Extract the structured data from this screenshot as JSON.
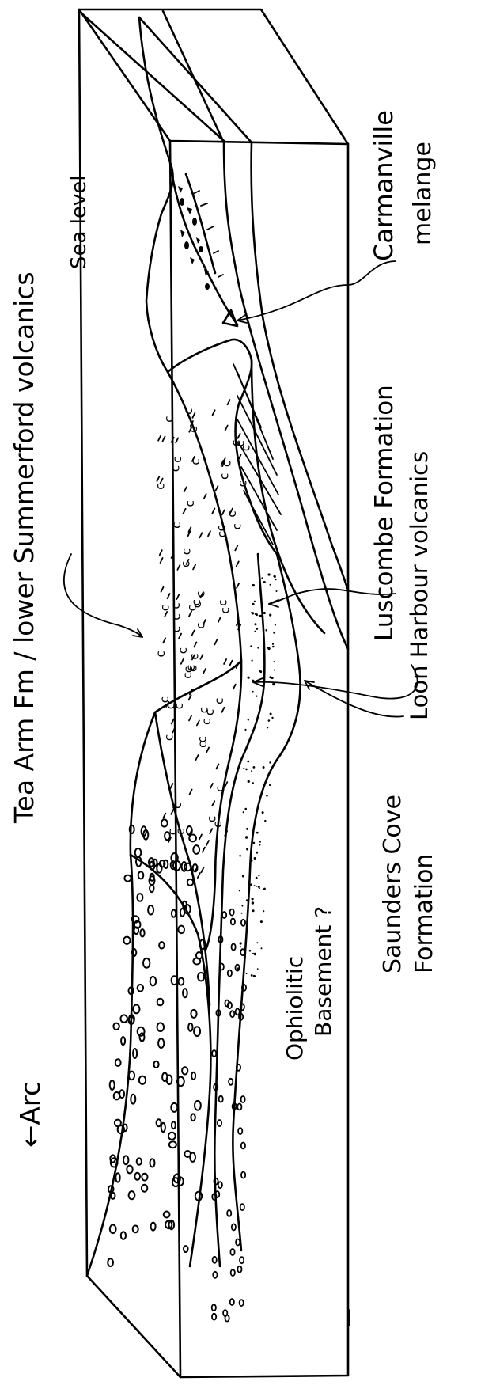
{
  "labels": {
    "arc": "←Arc",
    "sea_level": "Sea level",
    "tea_arm": "Tea Arm Fm / lower Summerford volcanics",
    "carmanville": "Carmanville",
    "melange": "melange",
    "luscombe": "Luscombe Formation",
    "loon_harbour": "Loon Harbour volcanics",
    "ophiolitic": "Ophiolitic",
    "basement": "Basement ?",
    "saunders": "Saunders Cove",
    "formation": "Formation"
  },
  "colors": {
    "ink": "#000000",
    "paper": "#ffffff"
  }
}
